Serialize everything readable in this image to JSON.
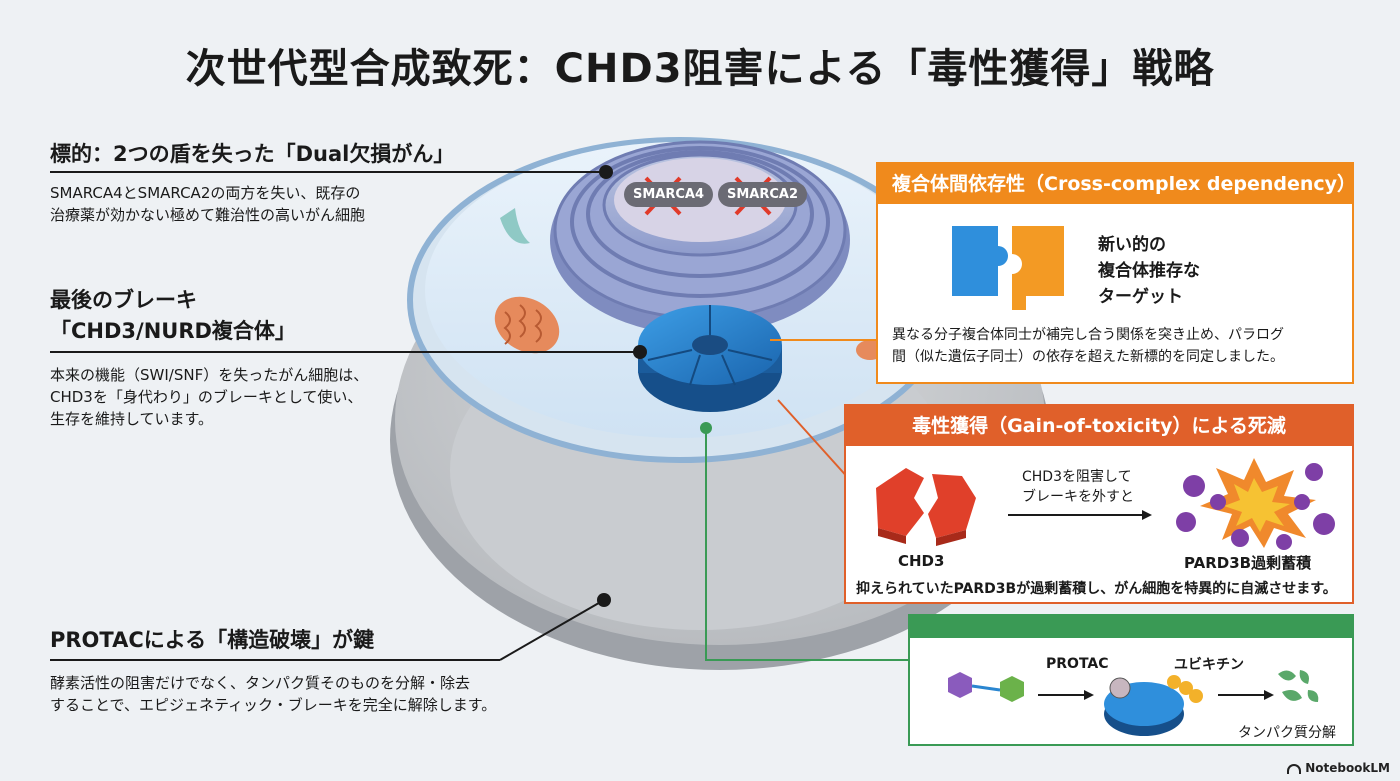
{
  "title": "次世代型合成致死：CHD3阻害による「毒性獲得」戦略",
  "left": {
    "target": {
      "heading": "標的：2つの盾を失った「Dual欠損がん」",
      "body1": "SMARCA4とSMARCA2の両方を失い、既存の",
      "body2": "治療薬が効かない極めて難治性の高いがん細胞"
    },
    "brake": {
      "heading1": "最後のブレーキ",
      "heading2": "「CHD3/NURD複合体」",
      "body1": "本来の機能（SWI/SNF）を失ったがん細胞は、",
      "body2": "CHD3を「身代わり」のブレーキとして使い、",
      "body3": "生存を維持しています。"
    },
    "protac": {
      "heading": "PROTACによる「構造破壊」が鍵",
      "body1": "酵素活性の阻害だけでなく、タンパク質そのものを分解・除去",
      "body2": "することで、エピジェネティック・ブレーキを完全に解除します。"
    }
  },
  "cell": {
    "pill1": "SMARCA4",
    "pill2": "SMARCA2"
  },
  "panel_dependency": {
    "header": "複合体間依存性（Cross-complex dependency）",
    "label1": "新い的の",
    "label2": "複合体推存な",
    "label3": "ターゲット",
    "body1": "異なる分子複合体同士が補完し合う関係を突き止め、パラログ",
    "body2": "間（似た遺伝子同士）の依存を超えた新標的を同定しました。"
  },
  "panel_toxicity": {
    "header": "毒性獲得（Gain-of-toxicity）による死滅",
    "arrow1": "CHD3を阻害して",
    "arrow2": "ブレーキを外すと",
    "chd3": "CHD3",
    "pard3b": "PARD3B過剰蓄積",
    "body": "抑えられていたPARD3Bが過剰蓄積し、がん細胞を特異的に自滅させます。"
  },
  "panel_protac": {
    "protac": "PROTAC",
    "ubiquitin": "ユビキチン",
    "degradation": "タンパク質分解"
  },
  "watermark": "NotebookLM",
  "colors": {
    "orange": "#f08a1c",
    "red": "#e0602a",
    "green": "#3a9a55",
    "blue": "#2a86d0"
  }
}
